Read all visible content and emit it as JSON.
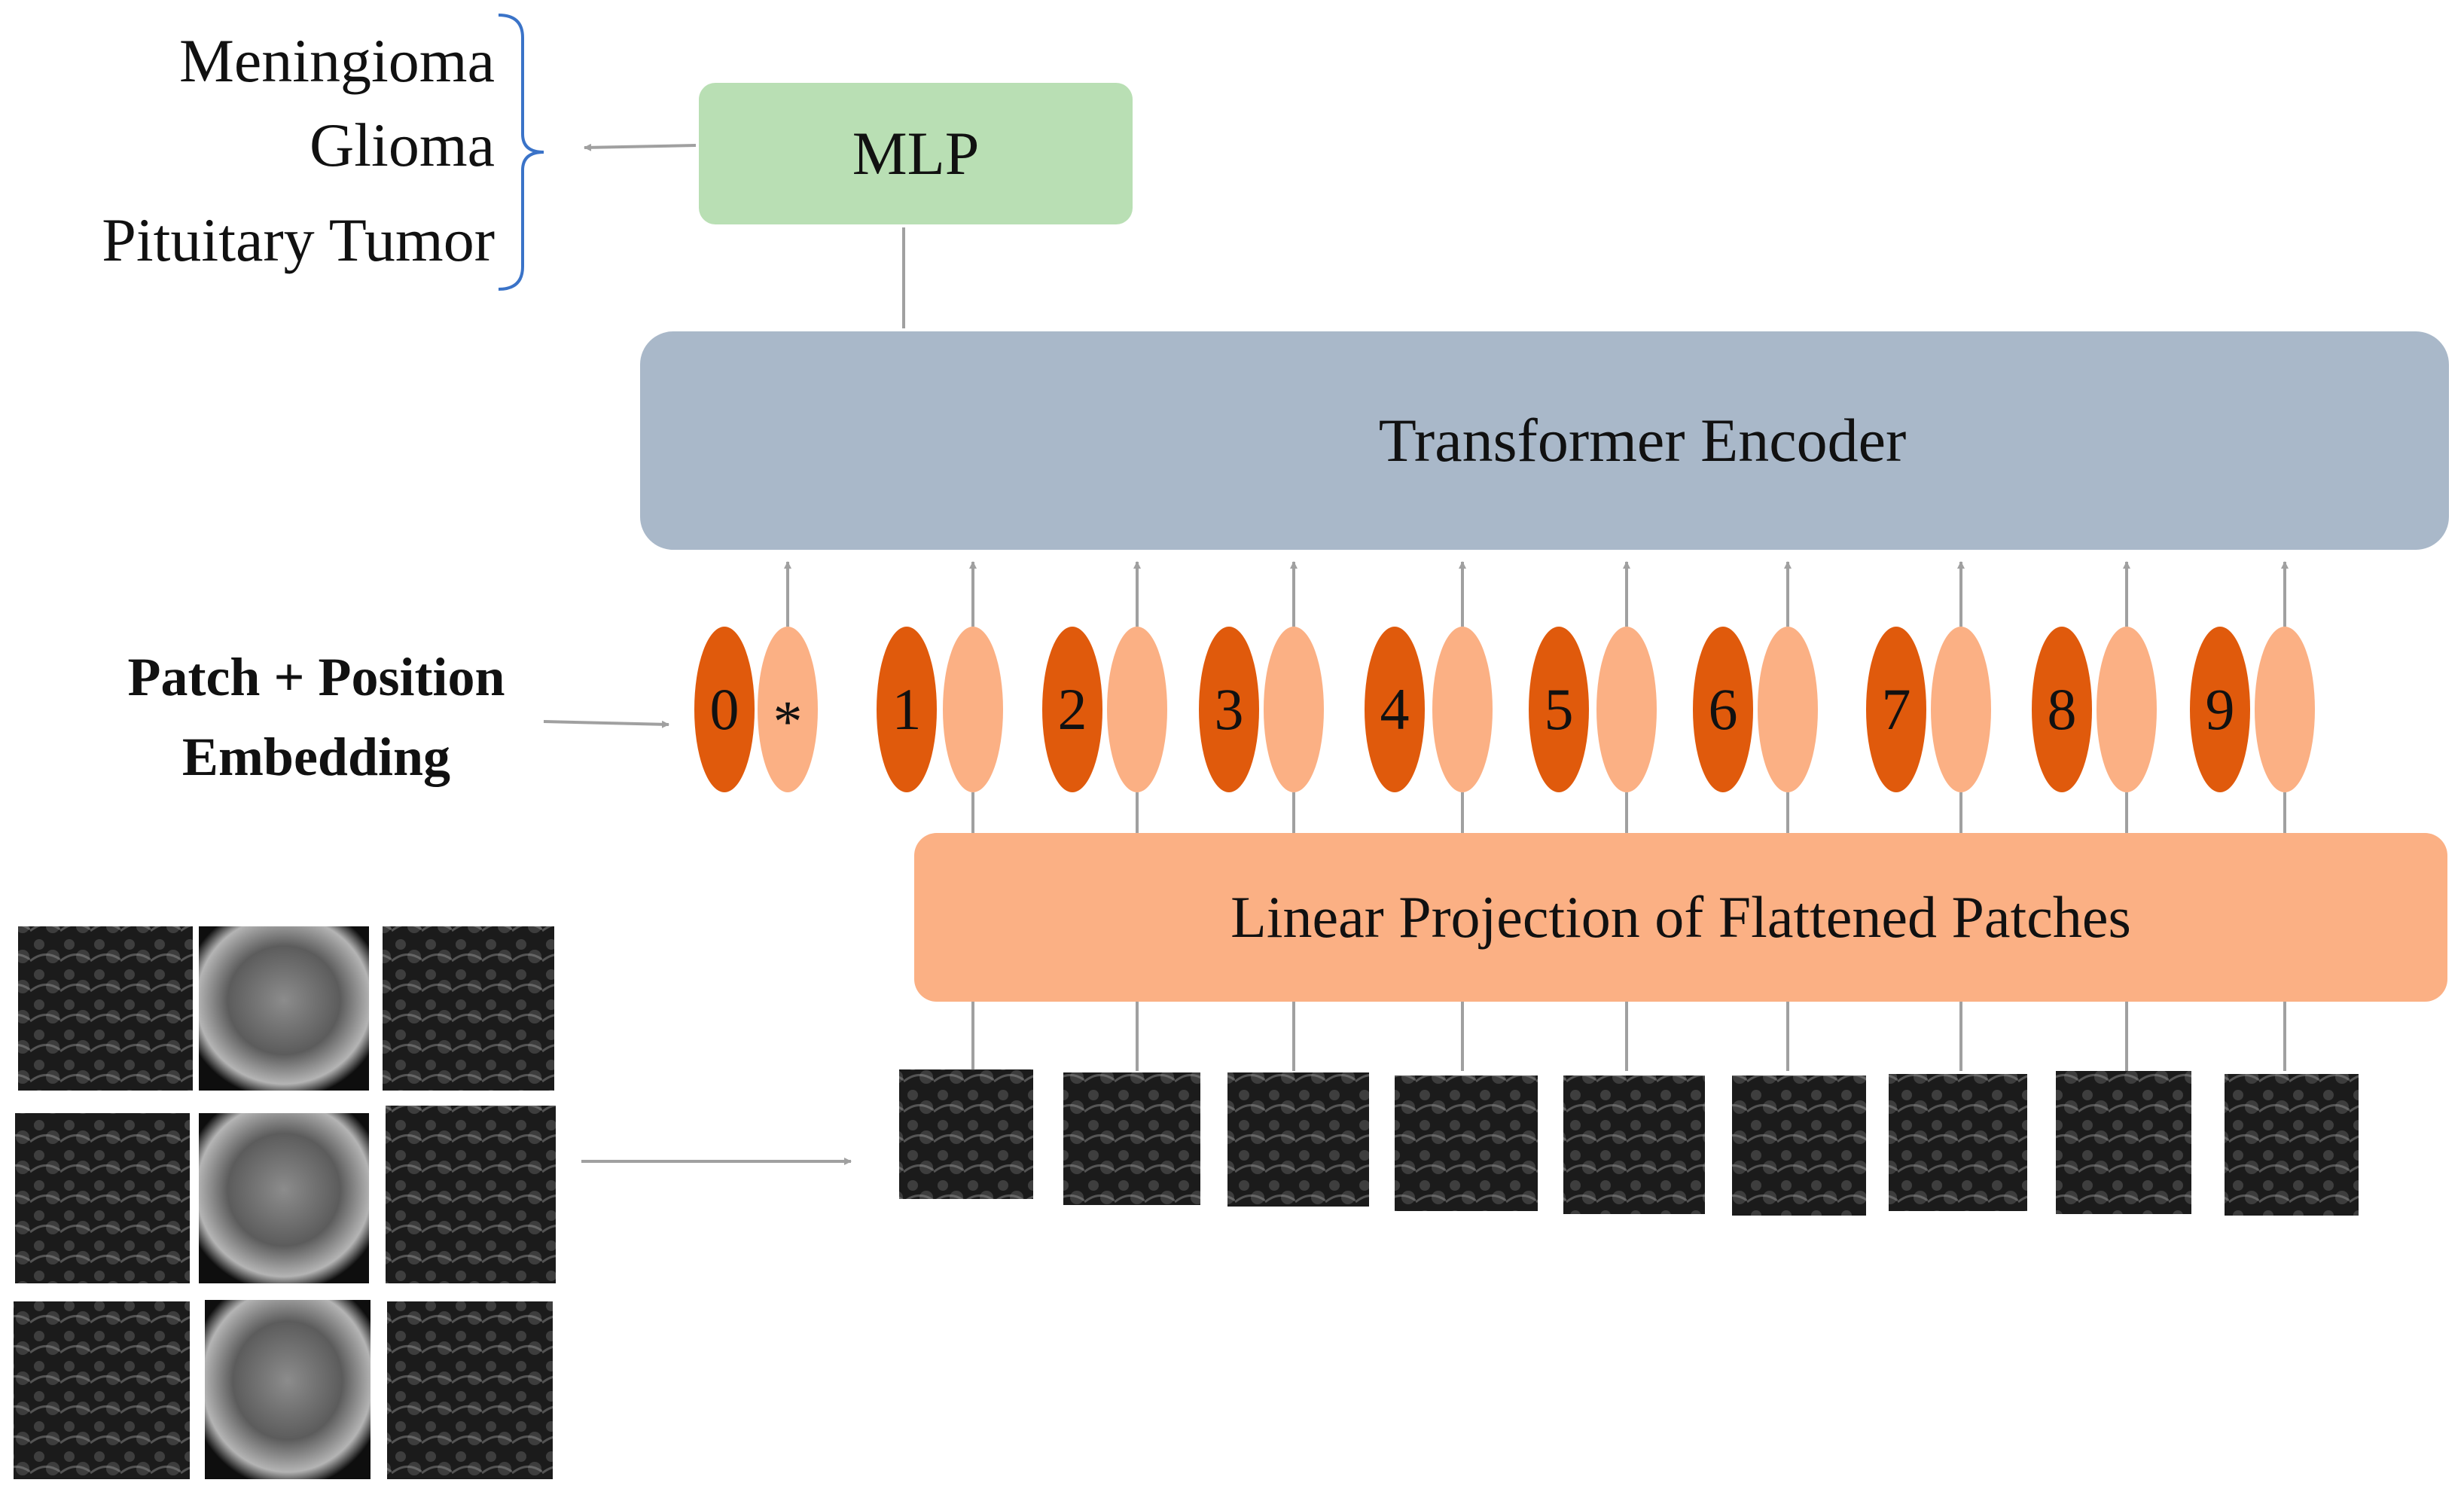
{
  "outputs": {
    "classes": [
      "Meningioma",
      "Glioma",
      "Pituitary Tumor"
    ]
  },
  "blocks": {
    "mlp": "MLP",
    "encoder": "Transformer Encoder",
    "projection": "Linear Projection of Flattened Patches"
  },
  "embedding": {
    "label_line1": "Patch + Position",
    "label_line2": "Embedding",
    "class_token_marker": "*",
    "position_indices": [
      "0",
      "1",
      "2",
      "3",
      "4",
      "5",
      "6",
      "7",
      "8",
      "9"
    ]
  },
  "colors": {
    "position_token": "#e05a0c",
    "patch_token": "#fbb084",
    "mlp": "#b9dfb4",
    "encoder": "#a9b8c9",
    "projection": "#fbb084",
    "arrow": "#a0a0a0",
    "brace": "#3a73c8"
  }
}
